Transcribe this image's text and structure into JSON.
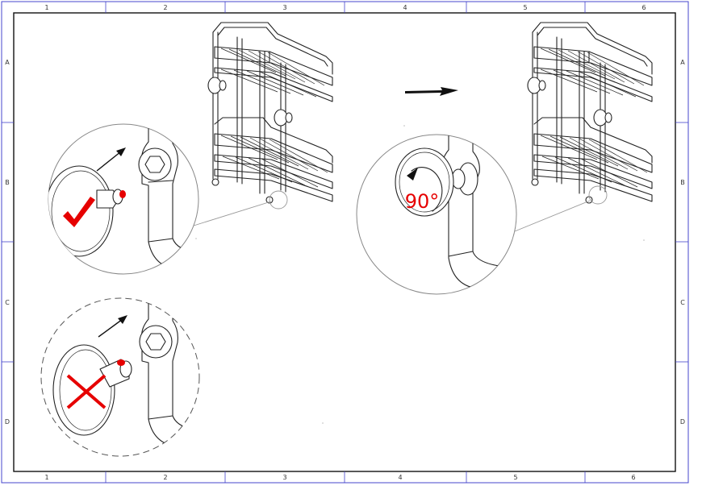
{
  "drawing_frame": {
    "column_labels": [
      "1",
      "2",
      "3",
      "4",
      "5",
      "6"
    ],
    "row_labels": [
      "A",
      "B",
      "C",
      "D"
    ]
  },
  "callouts": {
    "rotation": {
      "angle_text": "90°",
      "color": "#e60000"
    },
    "correct_mark_color": "#e60000",
    "incorrect_mark_color": "#e60000"
  },
  "colors": {
    "frame": "#4444cc",
    "line": "#222222",
    "accent_red": "#e60000",
    "background": "#ffffff"
  }
}
